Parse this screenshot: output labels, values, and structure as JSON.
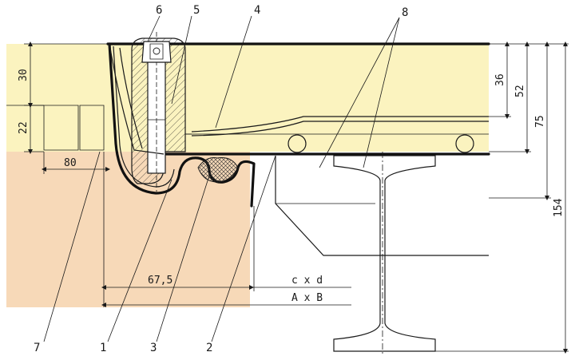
{
  "colors": {
    "upper_fill": "#fbf3bf",
    "lower_fill": "#f7d9b8",
    "line": "#1a1a1a",
    "seal": "#9a9a9a"
  },
  "diagram": {
    "callouts": {
      "c1": "1",
      "c2": "2",
      "c3": "3",
      "c4": "4",
      "c5": "5",
      "c6": "6",
      "c7": "7",
      "c8": "8"
    },
    "dims": {
      "d30": "30",
      "d22": "22",
      "d80": "80",
      "d67_5": "67,5",
      "d36": "36",
      "d52": "52",
      "d75": "75",
      "d154": "154",
      "cxd": "c x d",
      "axb": "A x B"
    }
  }
}
